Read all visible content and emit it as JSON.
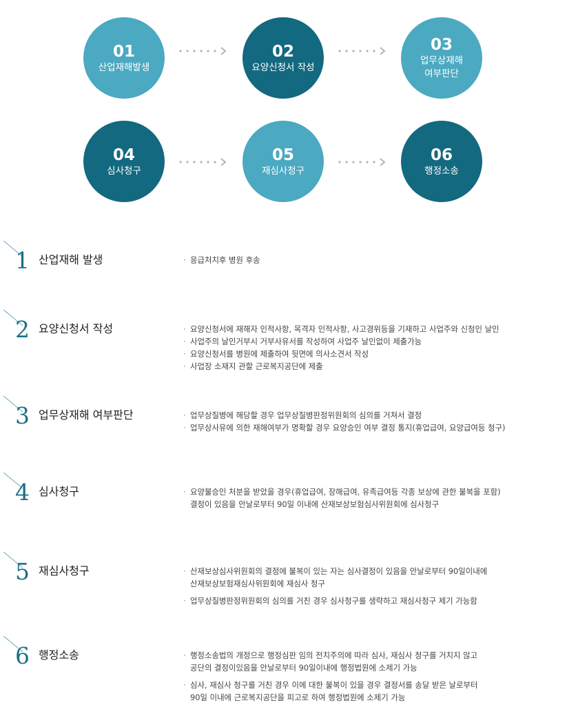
{
  "flow": [
    {
      "num": "01",
      "label": "산업재해발생",
      "shade": "light"
    },
    {
      "num": "02",
      "label": "요양신청서 작성",
      "shade": "dark"
    },
    {
      "num": "03",
      "label": "업무상재해\n여부판단",
      "shade": "light"
    },
    {
      "num": "04",
      "label": "심사청구",
      "shade": "dark"
    },
    {
      "num": "05",
      "label": "재심사청구",
      "shade": "light"
    },
    {
      "num": "06",
      "label": "행정소송",
      "shade": "dark"
    }
  ],
  "colors": {
    "light": "#4ba9c1",
    "dark": "#13697f",
    "arrow": "#b3b3b3"
  },
  "steps": [
    {
      "num": "1",
      "title": "산업재해 발생",
      "bullets": [
        [
          "응급처치후 병원 후송"
        ]
      ]
    },
    {
      "num": "2",
      "title": "요양신청서 작성",
      "bullets": [
        [
          "요양신청서에 재해자 인적사항, 목격자 인적사항, 사고경위등을 기재하고 사업주와 신청인 날인"
        ],
        [
          "사업주의 날인거부시 거부사유서를 작성하여 사업주 날인없이 제출가능"
        ],
        [
          "요양신청서를 병원에 제출하여 뒷면에 의사소견서 작성"
        ],
        [
          "사업장 소재지 관할 근로복지공단에 제출"
        ]
      ]
    },
    {
      "num": "3",
      "title": "업무상재해 여부판단",
      "bullets": [
        [
          "업무상질병에 해당할 경우 업무상질병판정위원회의 심의를 거쳐서 결정"
        ],
        [
          "업무상사유에 의한 재해여부가 명확할 경우 요양승인 여부 결정 통지(휴업급여, 요양급여등 청구)"
        ]
      ]
    },
    {
      "num": "4",
      "title": "심사청구",
      "bullets": [
        [
          "요양불승인 처분을 받았을 경우(휴업급여, 장해급여, 유족급여등 각종 보상에 관한 불복을 포함)",
          "결정이 있음을 안날로부터 90일 이내에 산재보상보험심사위원회에 심사청구"
        ]
      ]
    },
    {
      "num": "5",
      "title": "재심사청구",
      "bullets": [
        [
          "산재보상심사위원회의 결정에 불복이 있는 자는 심사결정이 있음을 안날로부터 90일이내에",
          "산재보상보험재심사위원회에 재심사 청구"
        ],
        [
          "업무상질병판정위원회의 심의를 거친 경우 심사청구를 생략하고 재심사청구 제기 가능함"
        ]
      ]
    },
    {
      "num": "6",
      "title": "행정소송",
      "bullets": [
        [
          "행정소송법의 개정으로 행정심판 임의 전치주의에 따라 심사, 재심사 청구를 거치지 않고",
          "공단의 결정이있음을 안날로부터 90일이내에 행정법원에 소제기 가능"
        ],
        [
          "심사, 재심사 청구를 거친 경우 이에 대한 불복이 있을 경우 결정서를 송달 받은 날로부터",
          "90일 이내에 근로복지공단을 피고로 하여 행정법원에 소제기 가능"
        ]
      ]
    }
  ]
}
